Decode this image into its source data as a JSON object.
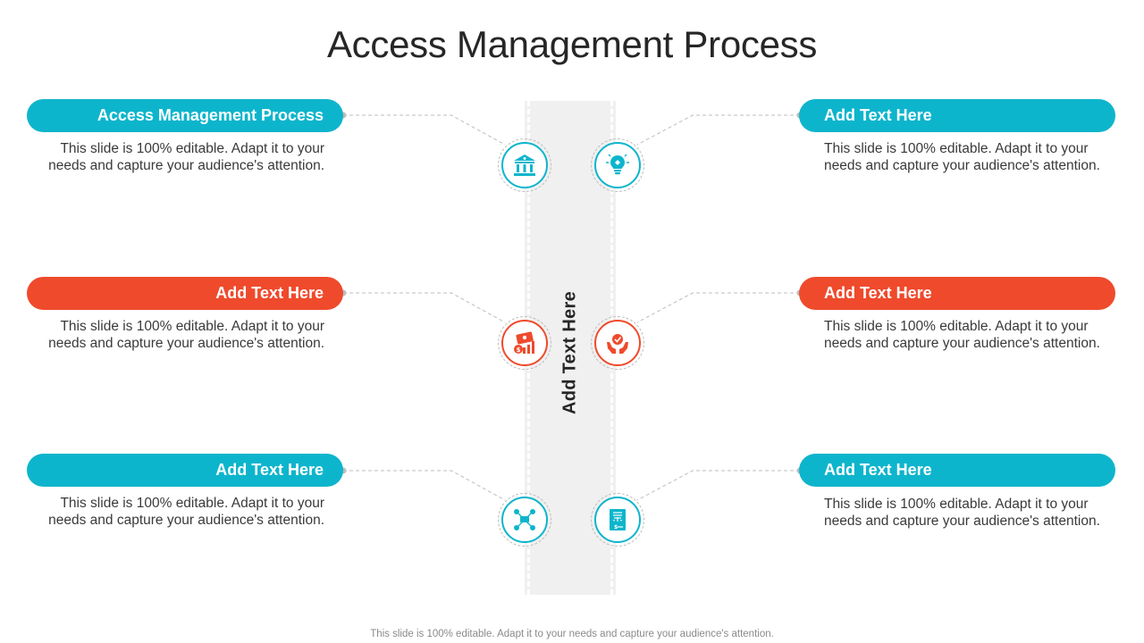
{
  "title": "Access Management Process",
  "center_label": "Add Text Here",
  "footer": "This slide is 100% editable. Adapt it to your needs and capture your audience's attention.",
  "colors": {
    "teal": "#0db5cc",
    "orange": "#ef4a2c",
    "strip": "#f0f0f0"
  },
  "left_items": [
    {
      "heading": "Access Management Process",
      "text": "This slide is 100% editable. Adapt it to your needs and capture your audience's attention.",
      "color": "teal",
      "icon": "bank-building-icon"
    },
    {
      "heading": "Add Text Here",
      "text": "This slide is 100% editable. Adapt it to your needs and capture your audience's attention.",
      "color": "orange",
      "icon": "money-growth-icon"
    },
    {
      "heading": "Add Text Here",
      "text": "This slide is 100% editable. Adapt it to your needs and capture your audience's attention.",
      "color": "teal",
      "icon": "network-hub-icon"
    }
  ],
  "right_items": [
    {
      "heading": "Add Text Here",
      "text": "This slide is 100% editable. Adapt it to your needs and capture your audience's attention.",
      "color": "teal",
      "icon": "lightbulb-idea-icon"
    },
    {
      "heading": "Add Text Here",
      "text": "This slide is 100% editable. Adapt it to your needs and capture your audience's attention.",
      "color": "orange",
      "icon": "hands-care-icon"
    },
    {
      "heading": "Add Text Here",
      "text": "This slide is 100% editable. Adapt it to your needs and capture your audience's attention.",
      "color": "teal",
      "icon": "legal-document-icon"
    }
  ]
}
